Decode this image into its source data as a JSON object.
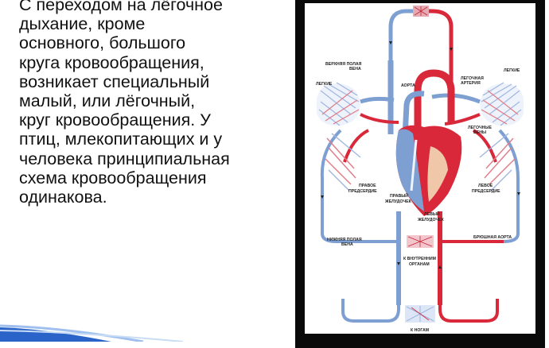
{
  "paragraph": {
    "lines": [
      "С переходом на лёгочное",
      "дыхание, кроме",
      "основного, большого",
      "круга кровообращения,",
      "возникает специальный",
      "малый, или лёгочный,",
      "круг кровообращения. У",
      "птиц, млекопитающих и у",
      "человека принципиальная",
      "схема кровообращения",
      "одинакова."
    ]
  },
  "diagram": {
    "labels": {
      "superior_vena_cava_1": "ВЕРХНЯЯ ПОЛАЯ",
      "superior_vena_cava_2": "ВЕНА",
      "lungs_left": "ЛЕГКИЕ",
      "lungs_right": "ЛЕГКИЕ",
      "aorta": "АОРТА",
      "pulmonary_artery_1": "ЛЕГОЧНАЯ",
      "pulmonary_artery_2": "АРТЕРИЯ",
      "pulmonary_veins_1": "ЛЕГОЧНЫЕ",
      "pulmonary_veins_2": "ВЕНЫ",
      "right_atrium_1": "ПРАВОЕ",
      "right_atrium_2": "ПРЕДСЕРДИЕ",
      "left_atrium_1": "ЛЕВОЕ",
      "left_atrium_2": "ПРЕДСЕРДИЕ",
      "right_ventricle_1": "ПРАВЫЙ",
      "right_ventricle_2": "ЖЕЛУДОЧЕК",
      "left_ventricle_1": "ЛЕВЫЙ",
      "left_ventricle_2": "ЖЕЛУДОЧЕК",
      "inferior_vena_cava_1": "НИЖНЯЯ ПОЛАЯ",
      "inferior_vena_cava_2": "ВЕНА",
      "abdominal_aorta": "БРЮШНАЯ АОРТА",
      "internal_organs_1": "К ВНУТРЕННИМ",
      "internal_organs_2": "ОРГАНАМ",
      "legs": "К НОГАМ"
    },
    "colors": {
      "arterial": "#d8283a",
      "venous": "#7e9fd2",
      "frame": "#0a0a0a"
    }
  }
}
